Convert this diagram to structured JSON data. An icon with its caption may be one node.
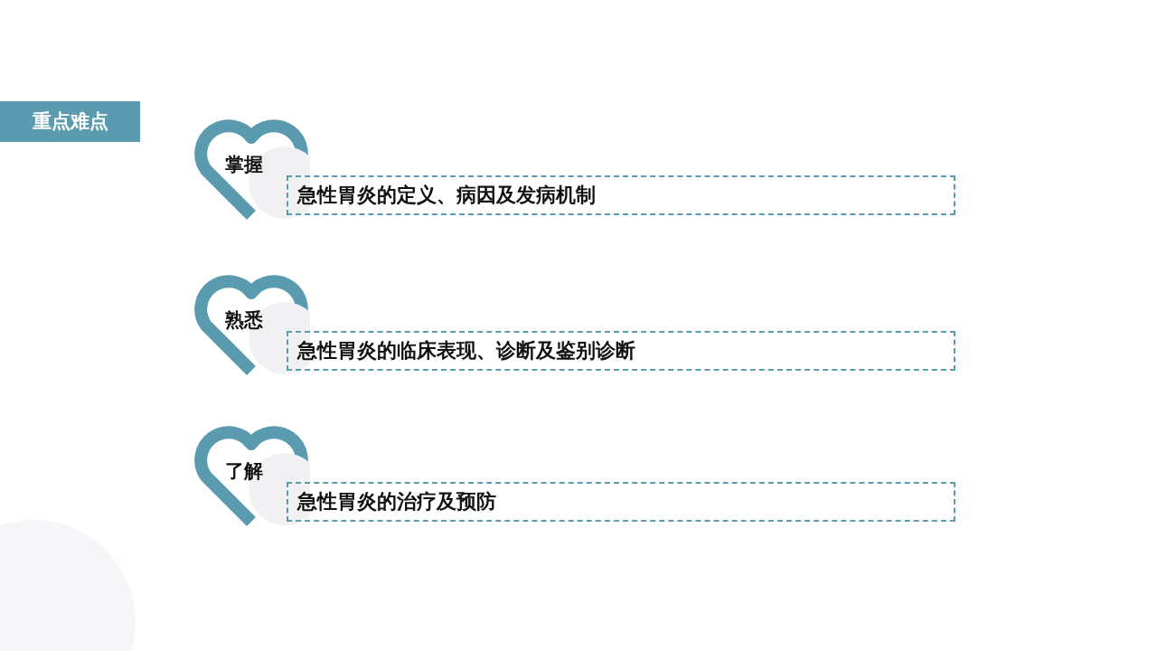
{
  "diagram": {
    "title": "重点难点",
    "nodes": [
      {
        "text": [
          "掌握"
        ]
      },
      {
        "text": [
          "急性胃炎的定义、病因及发病机制"
        ]
      },
      {
        "text": [
          "熟悉"
        ]
      },
      {
        "text": [
          "急性胃炎的临床表现、诊断及鉴别诊断"
        ]
      },
      {
        "text": [
          "了解"
        ]
      },
      {
        "text": [
          "急性胃炎的治疗及预防"
        ]
      }
    ]
  }
}
